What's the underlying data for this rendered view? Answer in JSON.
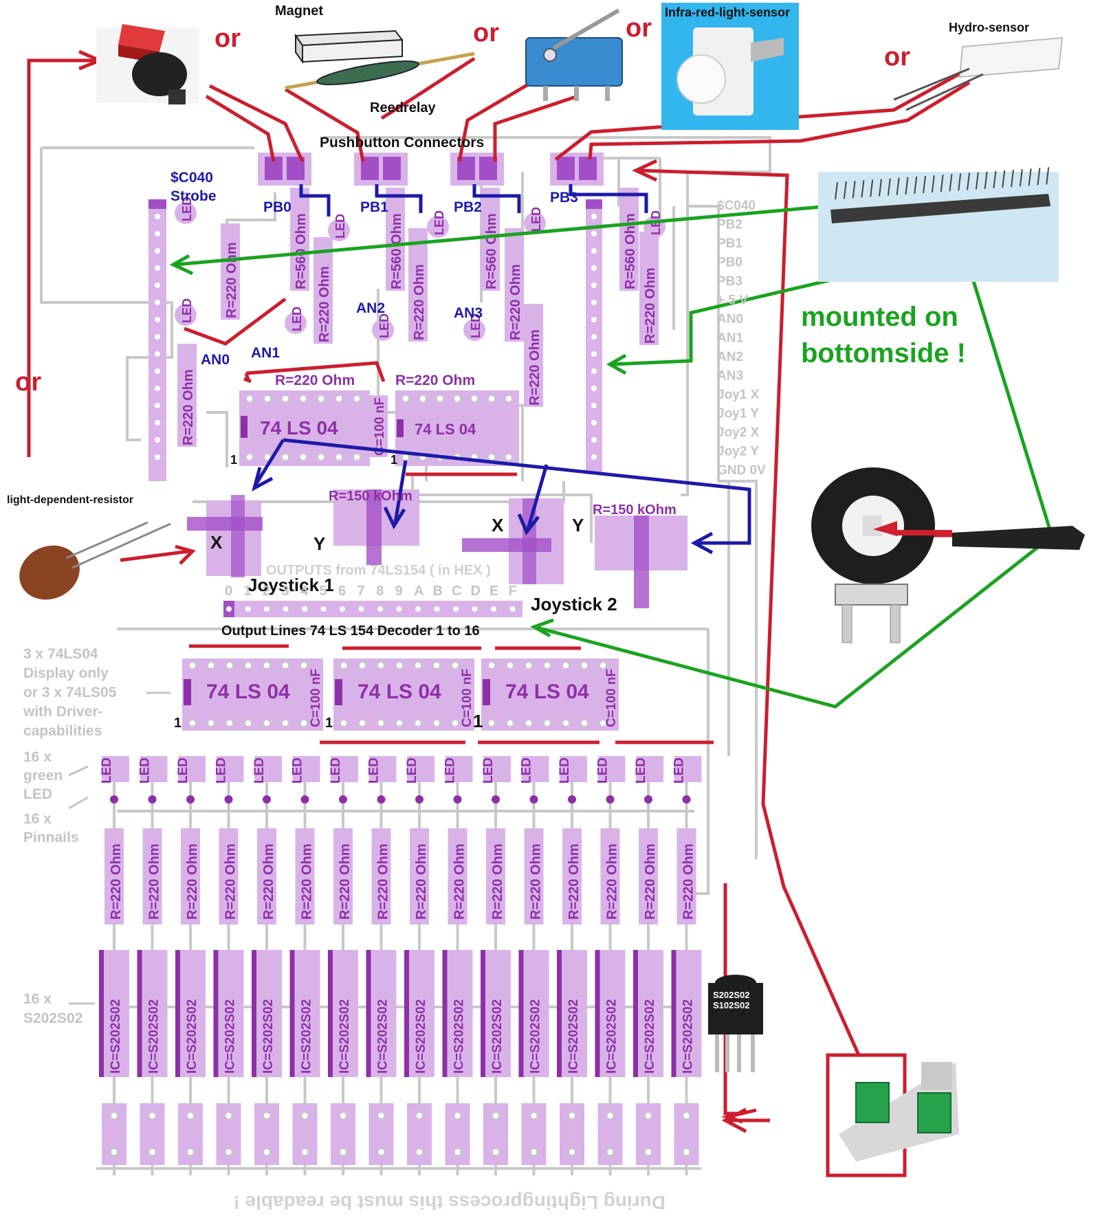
{
  "colors": {
    "red": "#cc1e2e",
    "green": "#1aa320",
    "blue": "#1d1aa8",
    "purple": "#8e2fa8",
    "pad": "#d9b3e8",
    "pad_dark": "#a24fc7",
    "trace": "#c8c8c8",
    "gray_text": "#c4c4c4"
  },
  "sensors": {
    "magnet": "Magnet",
    "reedrelay": "Reedrelay",
    "ir": "Infra-red-light-sensor",
    "hydro": "Hydro-sensor",
    "ldr": "light-dependent-resistor"
  },
  "or_text": "or",
  "pushbutton": {
    "title": "Pushbutton Connectors",
    "labels": [
      "PB0",
      "PB1",
      "PB2",
      "PB3"
    ]
  },
  "strobe": {
    "addr": "$C040",
    "label": "Strobe"
  },
  "joystick": {
    "j1": "Joystick 1",
    "j2": "Joystick 2",
    "x": "X",
    "y": "Y",
    "r150": "R=150 kOhm"
  },
  "ic": {
    "ls04": "74 LS 04",
    "c100": "C=100 nF",
    "pin1": "1"
  },
  "res": {
    "r220": "R=220 Ohm",
    "r560": "R=560 Ohm",
    "led": "LED",
    "an0": "AN0",
    "an1": "AN1",
    "an2": "AN2",
    "an3": "AN3"
  },
  "decoder": {
    "outputs_note": "OUTPUTS from 74LS154 ( in HEX )",
    "hex": [
      "0",
      "1",
      "2",
      "3",
      "4",
      "5",
      "6",
      "7",
      "8",
      "9",
      "A",
      "B",
      "C",
      "D",
      "E",
      "F"
    ],
    "title": "Output Lines 74 LS 154 Decoder 1 to 16"
  },
  "pins": [
    "$C040",
    "PB2",
    "PB1",
    "PB0",
    "PB3",
    "+ 5 V",
    "AN0",
    "AN1",
    "AN2",
    "AN3",
    "Joy1 X",
    "Joy1 Y",
    "Joy2 X",
    "Joy2 Y",
    "GND 0V"
  ],
  "mounted": [
    "mounted on",
    "bottomside !"
  ],
  "left_notes": {
    "display": [
      "3 x 74LS04",
      "Display only",
      "or 3 x 74LS05",
      "with Driver-",
      "capabilities"
    ],
    "green_led": [
      "16 x",
      "green",
      "LED"
    ],
    "pinnails": [
      "16 x",
      "Pinnails"
    ],
    "s202": [
      "16 x",
      "S202S02"
    ]
  },
  "ssr": {
    "ic_label": "IC=S202S02",
    "photo1": "S202S02",
    "photo2": "S102S02"
  },
  "mirror_text": "During Lightingprocess this must be readable !"
}
